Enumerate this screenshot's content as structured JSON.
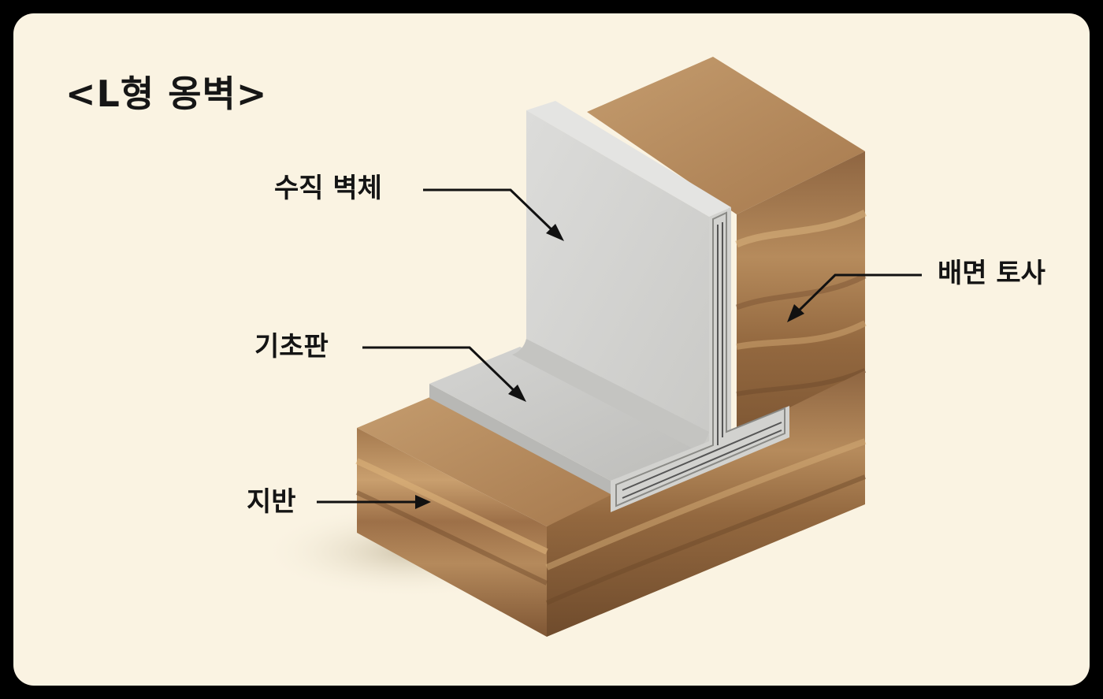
{
  "title": "<L형 옹벽>",
  "labels": {
    "vertical_wall": "수직 벽체",
    "footing": "기초판",
    "ground": "지반",
    "backfill": "배면 토사"
  },
  "colors": {
    "background": "#faf3e2",
    "frame": "#000000",
    "concrete": "#d9d9d6",
    "soil": "#b08558",
    "text": "#141414"
  }
}
